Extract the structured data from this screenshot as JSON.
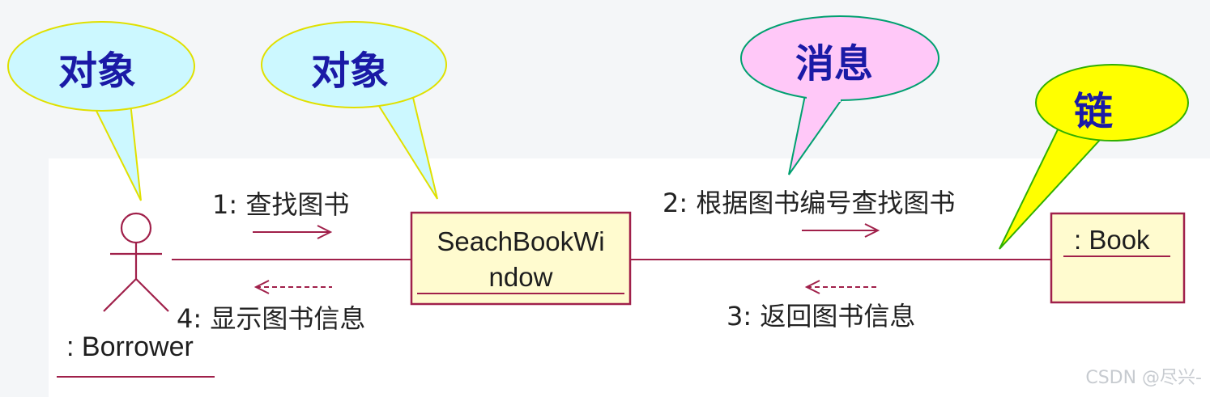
{
  "callouts": {
    "borrower_object": "对象",
    "window_object": "对象",
    "message": "消息",
    "link": "链"
  },
  "objects": {
    "borrower": ": Borrower",
    "window_line1": "SeachBookWi",
    "window_line2": "ndow",
    "book": ": Book"
  },
  "messages": {
    "m1": "1: 查找图书",
    "m2": "2: 根据图书编号查找图书",
    "m3": "3: 返回图书信息",
    "m4": "4: 显示图书信息"
  },
  "watermark": "CSDN @尽兴-",
  "colors": {
    "line": "#a0204a",
    "object_fill": "#fffbcf",
    "callout_object": "#ccf8ff",
    "callout_message": "#ffc8f8",
    "callout_link": "#ffff00",
    "callout_text": "#1a1aa6"
  }
}
